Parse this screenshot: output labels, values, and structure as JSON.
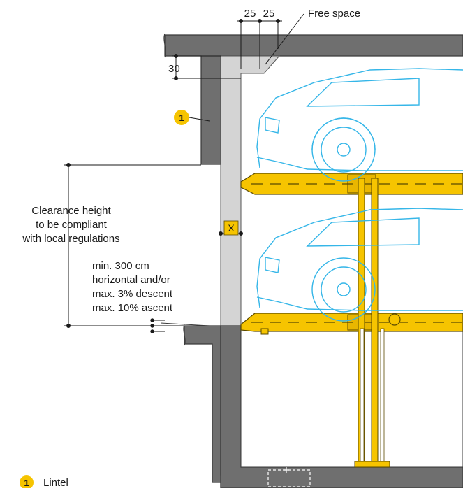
{
  "dimensions": {
    "dim_a": "25",
    "dim_b": "25",
    "dim_lintel": "30"
  },
  "labels": {
    "free_space": "Free space",
    "clearance_line1": "Clearance height",
    "clearance_line2": "to be compliant",
    "clearance_line3": "with local regulations",
    "approach_line1": "min. 300 cm",
    "approach_line2": "horizontal and/or",
    "approach_line3": "max. 3% descent",
    "approach_line4": "max. 10% ascent",
    "x_marker": "X"
  },
  "legend": {
    "badge_number": "1",
    "item_label": "Lintel"
  },
  "colors": {
    "wall": "#6f6f6f",
    "free_space": "#d4d4d4",
    "platform": "#f6c400",
    "car_outline": "#35b6e8",
    "badge": "#f6c400"
  }
}
